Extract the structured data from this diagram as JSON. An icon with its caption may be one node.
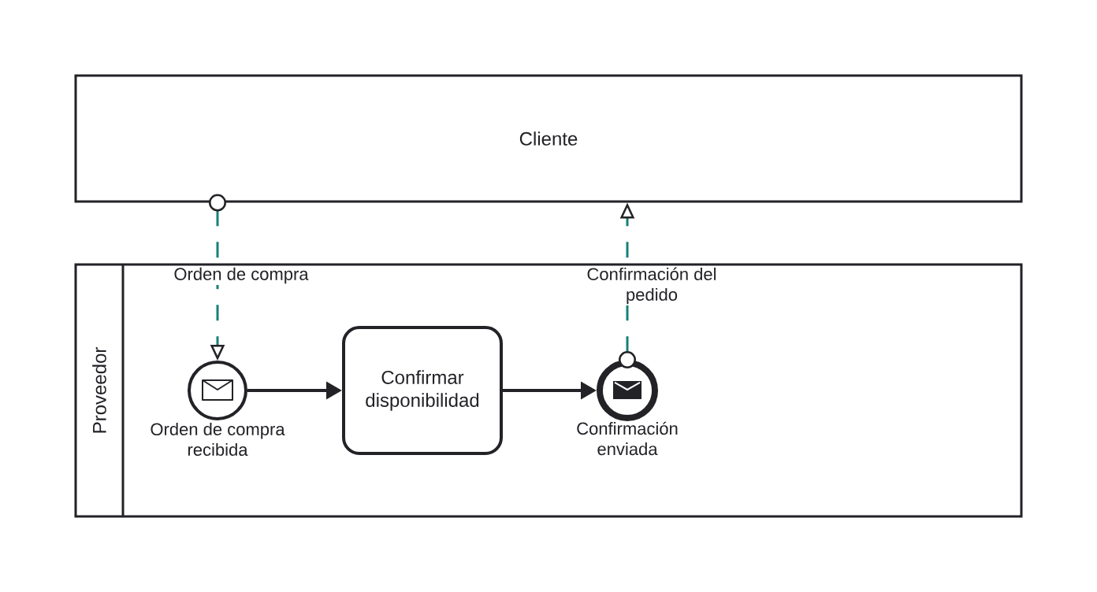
{
  "diagram": {
    "nodes": [
      {
        "text": [
          "Cliente"
        ]
      },
      {
        "text": [
          "Proveedor"
        ]
      },
      {
        "text": [],
        "shape": "circle",
        "beside": [
          "Orden de compra recibida"
        ],
        "in": 1
      },
      {
        "text": [
          "Confirmar disponibilidad"
        ],
        "in": 1
      },
      {
        "text": [],
        "shape": "circle",
        "beside": [
          "Confirmación enviada"
        ],
        "in": 1
      }
    ],
    "edges": [
      {
        "from": 2,
        "to": 3,
        "arrow": "to"
      },
      {
        "from": 3,
        "to": 4,
        "arrow": "to"
      },
      {
        "from": 0,
        "to": 2,
        "arrow": "to",
        "label": "Orden de compra",
        "style": "dashed",
        "color": "#17807b"
      },
      {
        "from": 4,
        "to": 0,
        "arrow": "to",
        "label": "Confirmación del pedido",
        "style": "dashed",
        "color": "#17807b"
      }
    ]
  }
}
